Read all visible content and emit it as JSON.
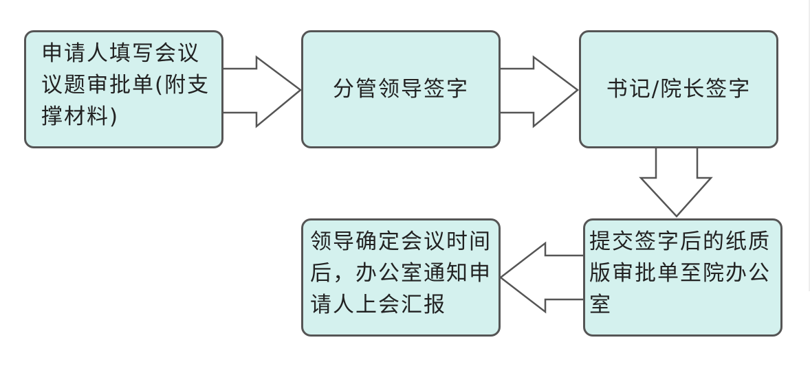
{
  "diagram": {
    "nodes": [
      {
        "id": "n1",
        "label": "申请人填写会议议题审批单(附支撑材料)"
      },
      {
        "id": "n2",
        "label": "分管领导签字"
      },
      {
        "id": "n3",
        "label": "书记/院长签字"
      },
      {
        "id": "n4",
        "label": "提交签字后的纸质版审批单至院办公室"
      },
      {
        "id": "n5",
        "label": "领导确定会议时间后，办公室通知申请人上会汇报"
      }
    ],
    "edges": [
      {
        "from": "n1",
        "to": "n2"
      },
      {
        "from": "n2",
        "to": "n3"
      },
      {
        "from": "n3",
        "to": "n4"
      },
      {
        "from": "n4",
        "to": "n5"
      }
    ],
    "colors": {
      "box_fill": "#d4f1ee",
      "box_border": "#555555",
      "arrow_fill": "#ffffff",
      "arrow_stroke": "#555555"
    }
  }
}
